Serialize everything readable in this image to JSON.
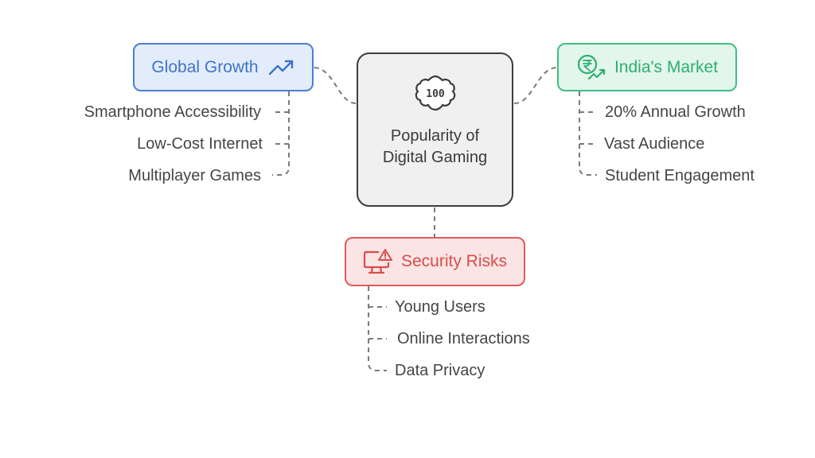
{
  "center": {
    "badge": "100",
    "title": "Popularity of Digital Gaming"
  },
  "global_growth": {
    "title": "Global Growth",
    "icon": "trending-up-icon",
    "color": "#4a7fd4",
    "fill": "#e3ecfb",
    "items": [
      "Smartphone Accessibility",
      "Low-Cost Internet",
      "Multiplayer Games"
    ]
  },
  "india_market": {
    "title": "India's Market",
    "icon": "rupee-growth-icon",
    "color": "#3fbf80",
    "fill": "#e2f6ec",
    "items": [
      "20% Annual Growth",
      "Vast Audience",
      "Student Engagement"
    ]
  },
  "security_risks": {
    "title": "Security Risks",
    "icon": "monitor-warning-icon",
    "color": "#e05a5a",
    "fill": "#fbe4e4",
    "items": [
      "Young Users",
      "Online Interactions",
      "Data Privacy"
    ]
  }
}
